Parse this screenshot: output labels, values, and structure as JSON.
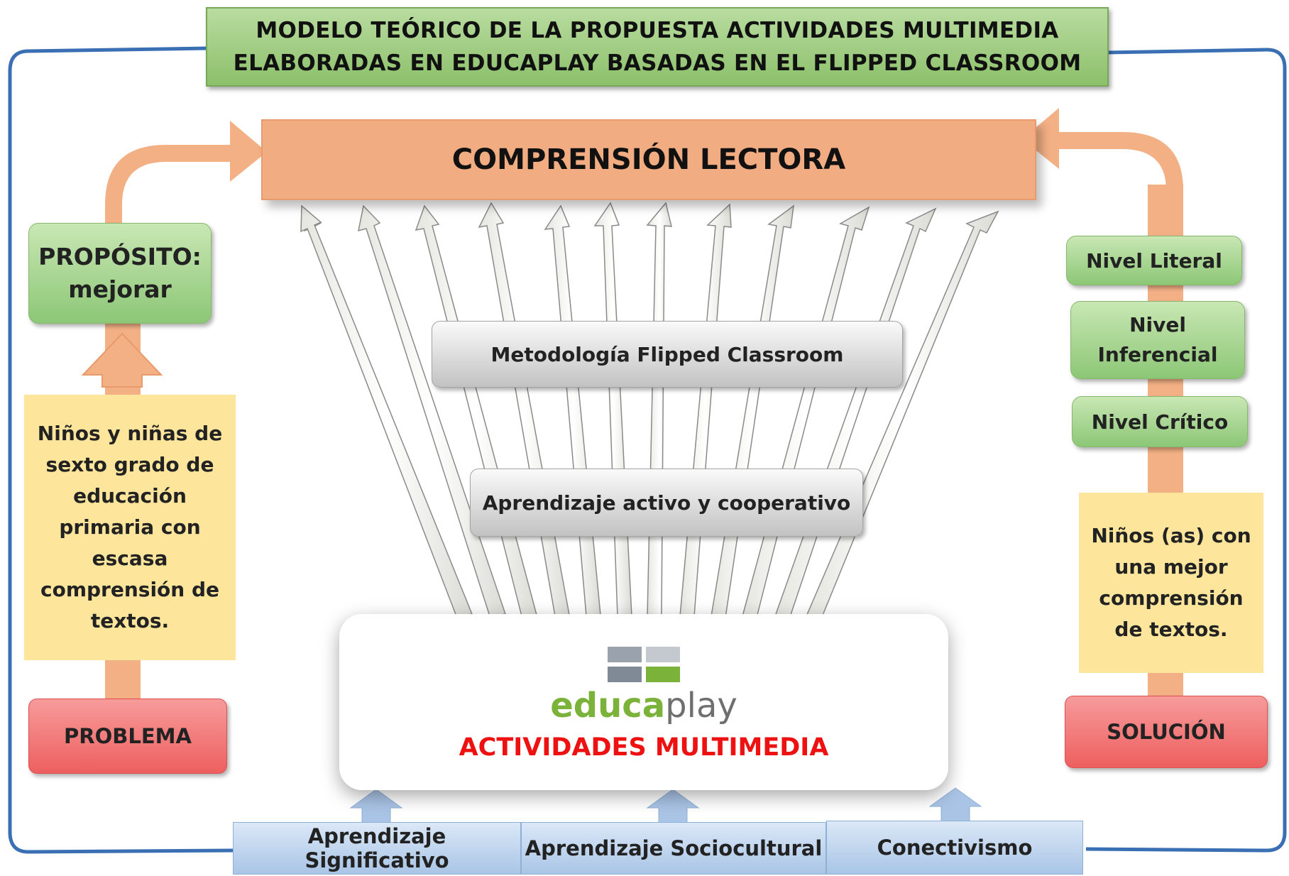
{
  "title": {
    "line1": "MODELO TEÓRICO DE LA PROPUESTA ACTIVIDADES MULTIMEDIA",
    "line2": "ELABORADAS EN EDUCAPLAY BASADAS EN EL FLIPPED CLASSROOM"
  },
  "main": {
    "label": "COMPRENSIÓN LECTORA"
  },
  "left": {
    "purpose": {
      "line1": "PROPÓSITO:",
      "line2": "mejorar"
    },
    "description": [
      "Niños y niñas de",
      "sexto grado de",
      "educación",
      "primaria con",
      "escasa",
      "comprensión de",
      "textos."
    ],
    "problem": "PROBLEMA"
  },
  "right": {
    "levels": [
      "Nivel Literal",
      "Nivel Inferencial",
      "Nivel Crítico"
    ],
    "description": [
      "Niños (as) con",
      "una mejor",
      "comprensión",
      "de textos."
    ],
    "solution": "SOLUCIÓN"
  },
  "center": {
    "methodology": "Metodología Flipped Classroom",
    "learning": "Aprendizaje activo y cooperativo",
    "logo": {
      "part1": "educa",
      "part2": "play",
      "squares": [
        "#9aa3ad",
        "#c4c9cf",
        "#7f8a96",
        "#7ab23a"
      ]
    },
    "activities": "ACTIVIDADES MULTIMEDIA"
  },
  "bottom": [
    "Aprendizaje Significativo",
    "Aprendizaje Sociocultural",
    "Conectivismo"
  ],
  "colors": {
    "frame": "#3a6fb4",
    "orange_arrow": "#f3b085",
    "light_arrow": "#f6f6f2",
    "blue_arrow": "#aac4e6"
  }
}
